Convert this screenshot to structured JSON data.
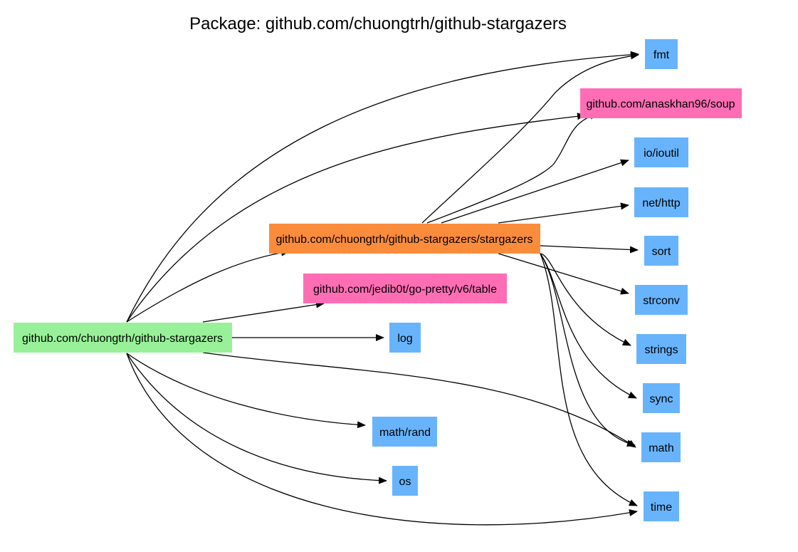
{
  "title": "Package: github.com/chuongtrh/github-stargazers",
  "colors": {
    "root": "#98f198",
    "internal": "#fb8c3c",
    "external": "#ff6eb4",
    "stdlib": "#68b4fc",
    "edge": "#000000"
  },
  "nodes": {
    "root": {
      "label": "github.com/chuongtrh/github-stargazers",
      "kind": "root"
    },
    "stargazers": {
      "label": "github.com/chuongtrh/github-stargazers/stargazers",
      "kind": "internal"
    },
    "table": {
      "label": "github.com/jedib0t/go-pretty/v6/table",
      "kind": "external"
    },
    "soup": {
      "label": "github.com/anaskhan96/soup",
      "kind": "external"
    },
    "fmt": {
      "label": "fmt",
      "kind": "stdlib"
    },
    "ioutil": {
      "label": "io/ioutil",
      "kind": "stdlib"
    },
    "nethttp": {
      "label": "net/http",
      "kind": "stdlib"
    },
    "sort": {
      "label": "sort",
      "kind": "stdlib"
    },
    "strconv": {
      "label": "strconv",
      "kind": "stdlib"
    },
    "strings": {
      "label": "strings",
      "kind": "stdlib"
    },
    "sync": {
      "label": "sync",
      "kind": "stdlib"
    },
    "math": {
      "label": "math",
      "kind": "stdlib"
    },
    "time": {
      "label": "time",
      "kind": "stdlib"
    },
    "log": {
      "label": "log",
      "kind": "stdlib"
    },
    "mathrand": {
      "label": "math/rand",
      "kind": "stdlib"
    },
    "os": {
      "label": "os",
      "kind": "stdlib"
    }
  },
  "edges": [
    {
      "from": "root",
      "to": "fmt"
    },
    {
      "from": "root",
      "to": "soup"
    },
    {
      "from": "root",
      "to": "stargazers"
    },
    {
      "from": "root",
      "to": "table"
    },
    {
      "from": "root",
      "to": "log"
    },
    {
      "from": "root",
      "to": "math"
    },
    {
      "from": "root",
      "to": "mathrand"
    },
    {
      "from": "root",
      "to": "os"
    },
    {
      "from": "root",
      "to": "time"
    },
    {
      "from": "stargazers",
      "to": "fmt"
    },
    {
      "from": "stargazers",
      "to": "soup"
    },
    {
      "from": "stargazers",
      "to": "ioutil"
    },
    {
      "from": "stargazers",
      "to": "nethttp"
    },
    {
      "from": "stargazers",
      "to": "sort"
    },
    {
      "from": "stargazers",
      "to": "strconv"
    },
    {
      "from": "stargazers",
      "to": "strings"
    },
    {
      "from": "stargazers",
      "to": "sync"
    },
    {
      "from": "stargazers",
      "to": "math"
    },
    {
      "from": "stargazers",
      "to": "time"
    }
  ]
}
